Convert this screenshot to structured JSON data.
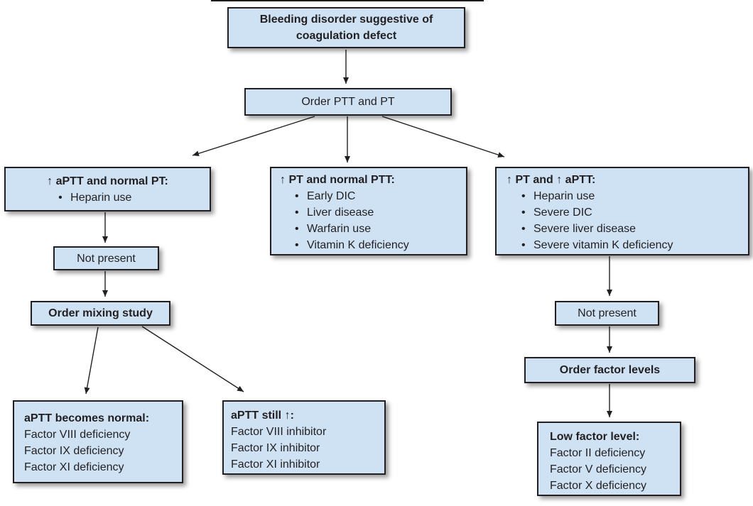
{
  "figure": {
    "type": "flowchart",
    "topic": "Bleeding disorder suggestive of coagulation defect - diagnostic workup"
  },
  "colors": {
    "background": "#ffffff",
    "box_fill": "#cee2f4",
    "box_border": "#231f20",
    "text": "#231f20",
    "arrow": "#231f20"
  },
  "bullet_char": "•",
  "nodes": {
    "root": {
      "label": "Bleeding disorder suggestive of coagulation defect"
    },
    "order_ptt_pt": {
      "label": "Order PTT and PT"
    },
    "aptt_high_normal_pt": {
      "title": "↑ aPTT and normal PT:",
      "bullets": [
        "Heparin use"
      ]
    },
    "pt_high_normal_ptt": {
      "title": "↑ PT and normal PTT:",
      "bullets": [
        "Early DIC",
        "Liver disease",
        "Warfarin use",
        "Vitamin K deficiency"
      ]
    },
    "pt_high_aptt_high": {
      "title": "↑ PT and ↑ aPTT:",
      "bullets": [
        "Heparin use",
        "Severe DIC",
        "Severe liver disease",
        "Severe vitamin K deficiency"
      ]
    },
    "not_present_left": {
      "label": "Not present"
    },
    "order_mixing_study": {
      "label": "Order mixing study"
    },
    "aptt_becomes_normal": {
      "title": "aPTT becomes normal:",
      "lines": [
        "Factor VIII deficiency",
        "Factor IX deficiency",
        "Factor XI deficiency"
      ]
    },
    "aptt_still_high": {
      "title": "aPTT still ↑:",
      "lines": [
        "Factor VIII inhibitor",
        "Factor IX inhibitor",
        "Factor XI inhibitor"
      ]
    },
    "not_present_right": {
      "label": "Not present"
    },
    "order_factor_levels": {
      "label": "Order factor levels"
    },
    "low_factor_level": {
      "title": "Low factor level:",
      "lines": [
        "Factor II deficiency",
        "Factor V deficiency",
        "Factor X deficiency"
      ]
    }
  },
  "edges": [
    {
      "from": "root",
      "to": "order_ptt_pt"
    },
    {
      "from": "order_ptt_pt",
      "to": "aptt_high_normal_pt"
    },
    {
      "from": "order_ptt_pt",
      "to": "pt_high_normal_ptt"
    },
    {
      "from": "order_ptt_pt",
      "to": "pt_high_aptt_high"
    },
    {
      "from": "aptt_high_normal_pt",
      "to": "not_present_left"
    },
    {
      "from": "not_present_left",
      "to": "order_mixing_study"
    },
    {
      "from": "order_mixing_study",
      "to": "aptt_becomes_normal"
    },
    {
      "from": "order_mixing_study",
      "to": "aptt_still_high"
    },
    {
      "from": "pt_high_aptt_high",
      "to": "not_present_right"
    },
    {
      "from": "not_present_right",
      "to": "order_factor_levels"
    },
    {
      "from": "order_factor_levels",
      "to": "low_factor_level"
    }
  ]
}
